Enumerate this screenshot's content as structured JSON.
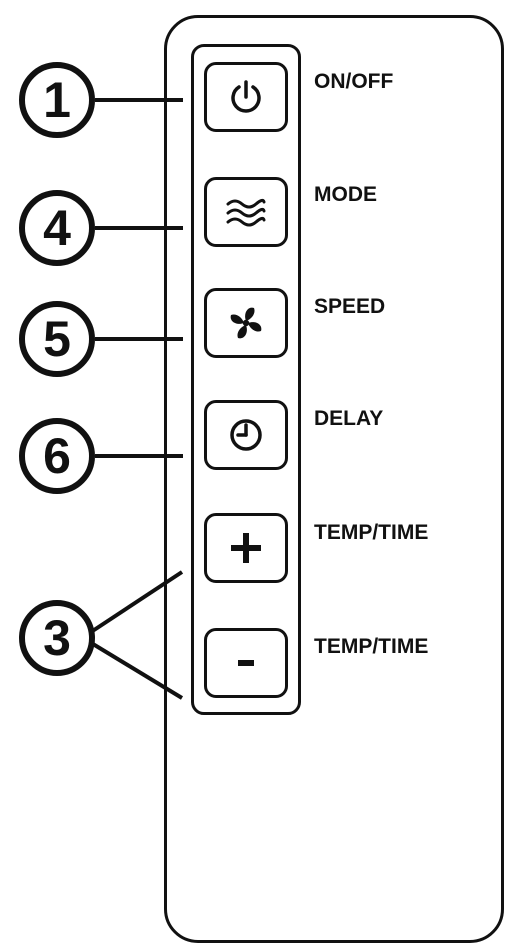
{
  "buttons": [
    {
      "id": "power",
      "label": "ON/OFF",
      "icon": "power-icon"
    },
    {
      "id": "mode",
      "label": "MODE",
      "icon": "waves-icon"
    },
    {
      "id": "speed",
      "label": "SPEED",
      "icon": "fan-icon"
    },
    {
      "id": "delay",
      "label": "DELAY",
      "icon": "clock-icon"
    },
    {
      "id": "temp-up",
      "label": "TEMP/TIME",
      "icon": "plus-icon"
    },
    {
      "id": "temp-down",
      "label": "TEMP/TIME",
      "icon": "minus-icon"
    }
  ],
  "callouts": {
    "power": "1",
    "mode": "4",
    "speed": "5",
    "delay": "6",
    "temp": "3"
  },
  "colors": {
    "ink": "#111111",
    "background": "#ffffff"
  }
}
